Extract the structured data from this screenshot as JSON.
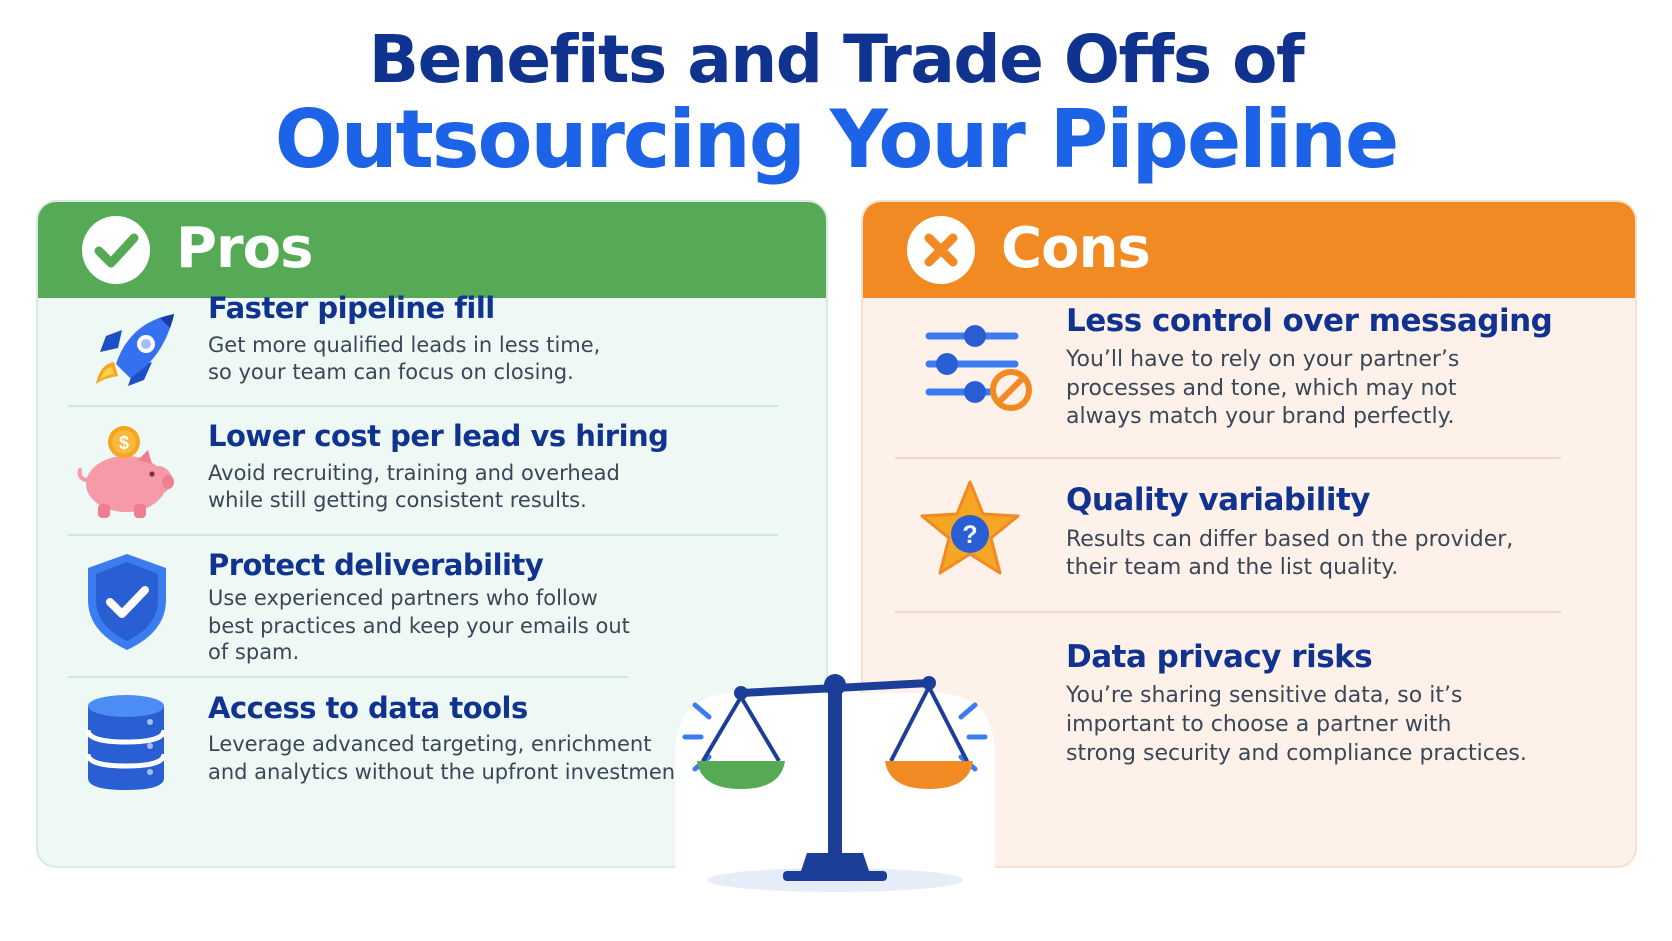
{
  "title": {
    "line1": "Benefits and Trade Offs of",
    "line2": "Outsourcing Your Pipeline"
  },
  "colors": {
    "title_dark": "#10338f",
    "title_blue": "#1d63e8",
    "pros_green": "#56aa56",
    "cons_orange": "#f28a23"
  },
  "pros": {
    "heading": "Pros",
    "heading_icon": "check-circle-icon",
    "items": [
      {
        "icon": "rocket-icon",
        "title": "Faster pipeline fill",
        "desc_1": "Get more qualified leads in less time,",
        "desc_2": "so your team can focus on closing."
      },
      {
        "icon": "piggy-bank-icon",
        "title": "Lower cost per lead vs hiring",
        "desc_1": "Avoid recruiting, training and overhead",
        "desc_2": "while still getting consistent results."
      },
      {
        "icon": "shield-check-icon",
        "title": "Protect deliverability",
        "desc_1": "Use experienced partners who follow",
        "desc_2": "best practices and keep your emails out",
        "desc_3": "of spam."
      },
      {
        "icon": "database-icon",
        "title": "Access to data tools",
        "desc_1": "Leverage advanced targeting, enrichment",
        "desc_2": "and analytics without the upfront investment."
      }
    ]
  },
  "cons": {
    "heading": "Cons",
    "heading_icon": "x-circle-icon",
    "items": [
      {
        "icon": "sliders-blocked-icon",
        "title": "Less control over messaging",
        "desc_1": "You’ll have to rely on your partner’s",
        "desc_2": "processes and tone, which may not",
        "desc_3": "always match your brand perfectly."
      },
      {
        "icon": "star-question-icon",
        "title": "Quality variability",
        "desc_1": "Results can differ based on the provider,",
        "desc_2": "their team and the list quality."
      },
      {
        "icon": "data-privacy-icon",
        "title": "Data privacy risks",
        "desc_1": "You’re sharing sensitive data, so it’s",
        "desc_2": "important to choose a partner with",
        "desc_3": "strong security and compliance practices."
      }
    ]
  },
  "illustration": {
    "icon": "balance-scale-icon"
  }
}
